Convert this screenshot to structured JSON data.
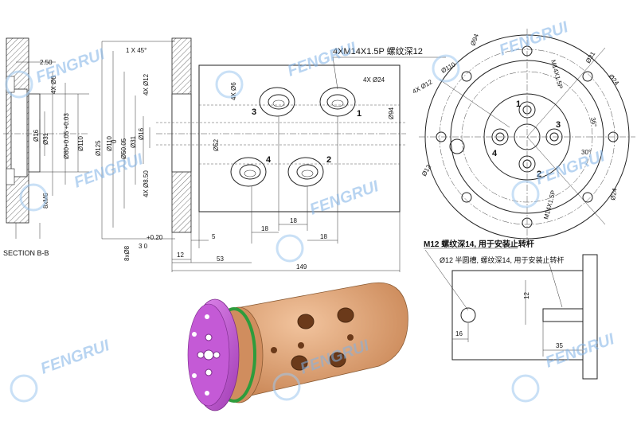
{
  "watermark": {
    "brand": "FENGRUI"
  },
  "section": {
    "label": "SECTION B-B"
  },
  "section_view": {
    "dims": {
      "d250": "2.50",
      "d4x6": "4X Ø6",
      "d16": "Ø16",
      "d31": "Ø31",
      "d80": "Ø80+0.05 +0.03",
      "d110": "Ø110",
      "d125": "Ø125",
      "m6": "8xM6"
    }
  },
  "main_view": {
    "thread_note": "4XM14X1.5P 螺纹深12",
    "chamfer": "1 X 45°",
    "d24": "4X Ø24",
    "d4x12": "4X Ø12",
    "d4x6": "4X Ø6",
    "d110": "Ø110",
    "d0": "0",
    "d50": "Ø50.05",
    "d31": "Ø31",
    "d16": "Ø16",
    "d52": "Ø52",
    "d94": "Ø94",
    "d4x850": "4X Ø8.50",
    "d8": "8xØ8",
    "tol": "+0.20",
    "tol0": "3   0",
    "dim5": "5",
    "dim12": "12",
    "dim53": "53",
    "dim149": "149",
    "dim18a": "18",
    "dim18b": "18",
    "dim18c": "18",
    "port1": "1",
    "port2": "2",
    "port3": "3",
    "port4": "4"
  },
  "end_view": {
    "d94": "Ø94",
    "d110": "Ø110",
    "d4x12": "4X Ø12",
    "d31": "Ø31",
    "d24": "Ø24",
    "m14a": "M14X1.5P",
    "m14b": "M14X1.5P",
    "ang36": "36°",
    "ang30": "30°",
    "d12": "Ø12",
    "d24b": "Ø24",
    "port1": "1",
    "port2": "2",
    "port3": "3",
    "port4": "4"
  },
  "detail_view": {
    "note1": "M12 螺纹深14, 用于安装止转杆",
    "note2": "Ø12 半圆槽, 螺纹深14, 用于安装止转杆",
    "dim12": "12",
    "dim16": "16",
    "dim35": "35"
  },
  "colors": {
    "body": "#e0a273",
    "flange": "#c45ad6",
    "seal": "#2e9c3c",
    "watermark": "#7fb2e6"
  }
}
